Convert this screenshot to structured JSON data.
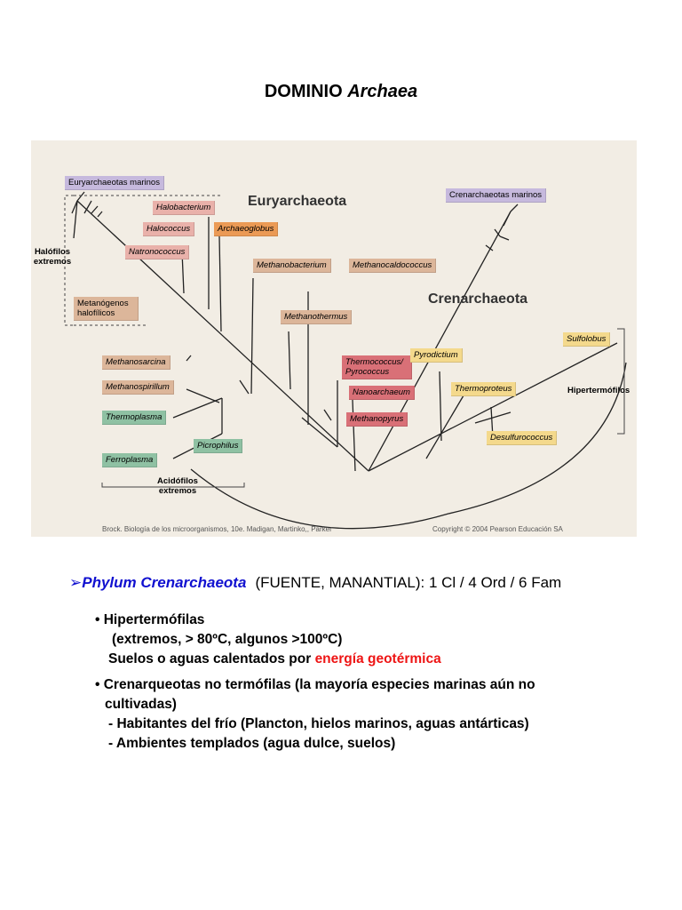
{
  "title": {
    "main": "DOMINIO",
    "italic": "Archaea"
  },
  "figure": {
    "groups": {
      "eury": "Euryarchaeota",
      "cren": "Crenarchaeota"
    },
    "side_labels": {
      "halofilos": "Halófilos extremos",
      "acidofilos": "Acidófilos extremos",
      "hipertermofilos": "Hipertermófilos"
    },
    "taxa": {
      "eury_marinos": "Euryarchaeotas marinos",
      "halobacterium": "Halobacterium",
      "halococcus": "Halococcus",
      "archaeoglobus": "Archaeoglobus",
      "natronococcus": "Natronococcus",
      "methanobacterium": "Methanobacterium",
      "methanocaldococcus": "Methanocaldococcus",
      "metanogenos": "Metanógenos halofílicos",
      "methanothermus": "Methanothermus",
      "methanosarcina": "Methanosarcina",
      "methanospirillum": "Methanospirillum",
      "thermococcus": "Thermococcus/ Pyrococcus",
      "nanoarchaeum": "Nanoarchaeum",
      "methanopyrus": "Methanopyrus",
      "thermoplasma": "Thermoplasma",
      "picrophilus": "Picrophilus",
      "ferroplasma": "Ferroplasma",
      "cren_marinos": "Crenarchaeotas marinos",
      "pyrodictium": "Pyrodictium",
      "thermoproteus": "Thermoproteus",
      "sulfolobus": "Sulfolobus",
      "desulfurococcus": "Desulfurococcus"
    },
    "credit_left": "Brock. Biología de los microorganismos, 10e. Madigan, Martinko,, Parker",
    "credit_right": "Copyright © 2004 Pearson Educación SA"
  },
  "phylum": {
    "arrow": "➢",
    "name": "Phylum Crenarchaeota",
    "rest": "(FUENTE, MANANTIAL): 1 Cl / 4 Ord / 6 Fam"
  },
  "bullets": {
    "b1_title": "• Hipertermófilas",
    "b1_line2": "(extremos, > 80ºC, algunos >100ºC)",
    "b1_line3_a": "Suelos o aguas calentados por ",
    "b1_line3_b": "energía geotérmica",
    "b2_line1": "• Crenarqueotas no termófilas (la mayoría especies marinas aún no",
    "b2_line2": "cultivadas)",
    "b2_line3": "- Habitantes del frío (Plancton, hielos marinos, aguas antárticas)",
    "b2_line4": "- Ambientes templados (agua dulce, suelos)"
  }
}
